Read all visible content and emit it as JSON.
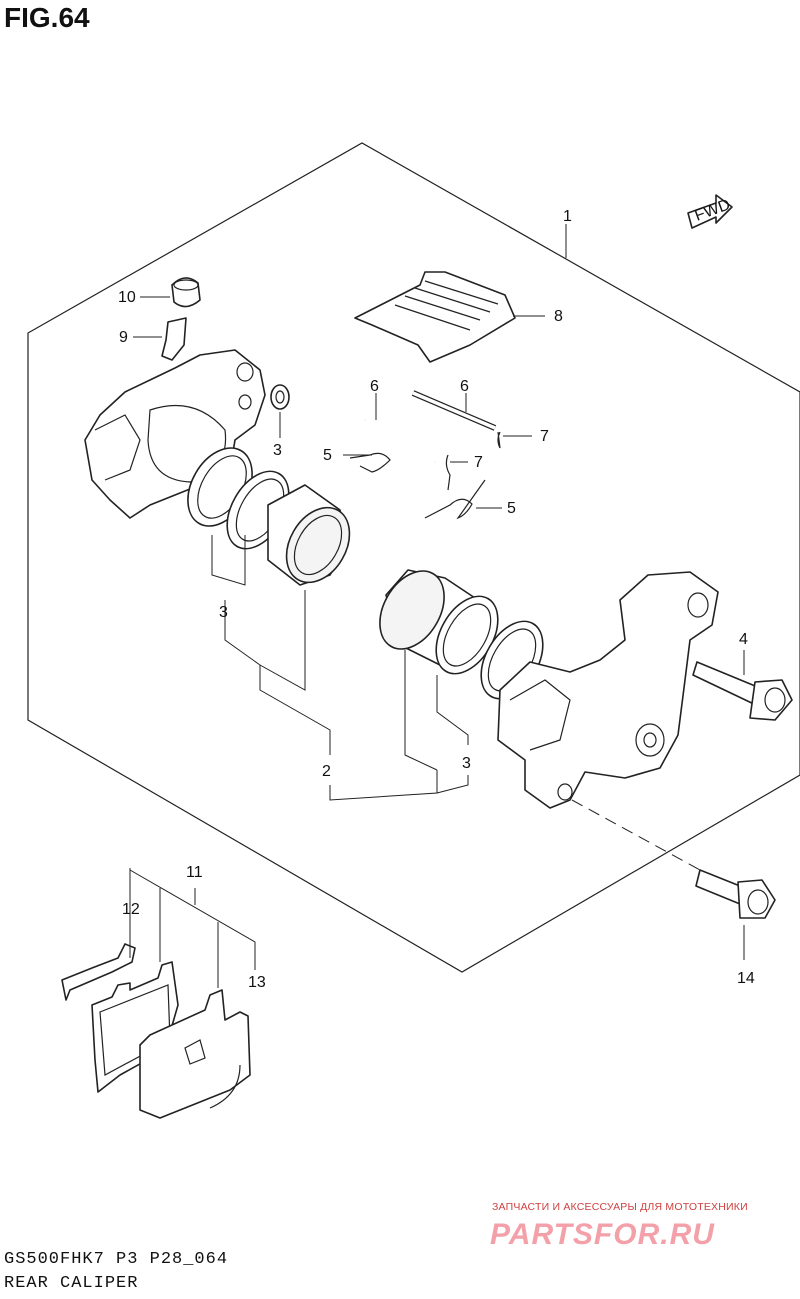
{
  "figure": {
    "title": "FIG.64",
    "fwd_label": "FWD"
  },
  "callouts": {
    "c1": "1",
    "c2": "2",
    "c3a": "3",
    "c3b": "3",
    "c3c": "3",
    "c4": "4",
    "c5a": "5",
    "c5b": "5",
    "c6a": "6",
    "c6b": "6",
    "c7a": "7",
    "c7b": "7",
    "c8": "8",
    "c9": "9",
    "c10": "10",
    "c11": "11",
    "c12": "12",
    "c13": "13",
    "c14": "14"
  },
  "footer": {
    "code": "GS500FHK7 P3 P28_064",
    "name": "REAR CALIPER"
  },
  "watermark": {
    "tagline": "ЗАПЧАСТИ И АКСЕССУАРЫ ДЛЯ МОТОТЕХНИКИ",
    "logo": "PARTSFOR.RU"
  }
}
